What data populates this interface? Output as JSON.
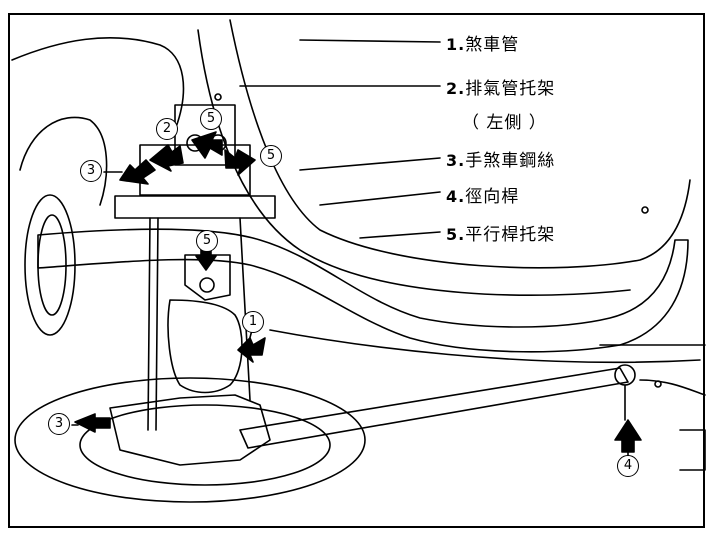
{
  "legend": [
    {
      "number": "1.",
      "label": "煞車管"
    },
    {
      "number": "2.",
      "label": "排氣管托架"
    },
    {
      "number": "",
      "label": "（ 左側 ）"
    },
    {
      "number": "3.",
      "label": "手煞車鋼絲"
    },
    {
      "number": "4.",
      "label": "徑向桿"
    },
    {
      "number": "5.",
      "label": "平行桿托架"
    }
  ],
  "callouts": {
    "c1": "1",
    "c2": "2",
    "c3a": "3",
    "c3b": "3",
    "c4": "4",
    "c5a": "5",
    "c5b": "5",
    "c5c": "5"
  },
  "colors": {
    "ink": "#000000",
    "paper": "#ffffff"
  }
}
